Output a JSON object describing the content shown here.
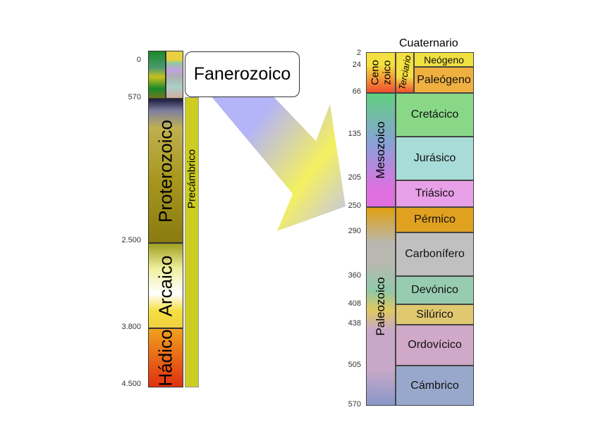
{
  "left_column": {
    "eons": [
      {
        "name": "Fanerozoico",
        "colors": [
          "#1a8a2a",
          "#c8c020"
        ]
      },
      {
        "name": "Proterozoico",
        "colors": [
          "#2a2a50",
          "#c0b040",
          "#8a7a10"
        ]
      },
      {
        "name": "Arcaico",
        "colors": [
          "#a0a020",
          "#ffffff",
          "#f4e040"
        ]
      },
      {
        "name": "Hádico",
        "colors": [
          "#f0a020",
          "#e03010"
        ]
      }
    ],
    "supereon": {
      "name": "Precámbrico",
      "color": "#cccc22"
    },
    "ticks": [
      "0",
      "570",
      "2.500",
      "3.800",
      "4.500"
    ]
  },
  "callout": {
    "label": "Fanerozoico"
  },
  "arrow": {
    "colors": [
      "#b4b4f8",
      "#f4f060"
    ]
  },
  "right_column": {
    "top_label": "Cuaternario",
    "eras": [
      {
        "name": "Ceno zoico",
        "line1": "Ceno",
        "line2": "zoico",
        "colors": [
          "#f4e040",
          "#f05030"
        ]
      },
      {
        "name": "Mesozoico",
        "colors": [
          "#60d080",
          "#8aa0d8",
          "#e070e0"
        ]
      },
      {
        "name": "Paleozoico",
        "colors": [
          "#e0a010",
          "#b8b8b0",
          "#90c8a8",
          "#e0c860",
          "#c8a8c8",
          "#8898c8"
        ]
      }
    ],
    "subperiod": {
      "name": "Terciario"
    },
    "periods": [
      {
        "name": "Neógeno",
        "color": "#f0e040"
      },
      {
        "name": "Paleógeno",
        "color": "#f0b040"
      },
      {
        "name": "Cretácico",
        "color": "#88d888"
      },
      {
        "name": "Jurásico",
        "color": "#a8dcd8"
      },
      {
        "name": "Triásico",
        "color": "#e8a0e8"
      },
      {
        "name": "Pérmico",
        "color": "#e0a020"
      },
      {
        "name": "Carbonífero",
        "color": "#c0c0c0"
      },
      {
        "name": "Devónico",
        "color": "#98ccb0"
      },
      {
        "name": "Silúrico",
        "color": "#e0c870"
      },
      {
        "name": "Ordovícico",
        "color": "#d0a8c8"
      },
      {
        "name": "Cámbrico",
        "color": "#98a8cc"
      }
    ],
    "ticks": [
      "2",
      "24",
      "66",
      "135",
      "205",
      "250",
      "290",
      "360",
      "408",
      "438",
      "505",
      "570"
    ]
  }
}
